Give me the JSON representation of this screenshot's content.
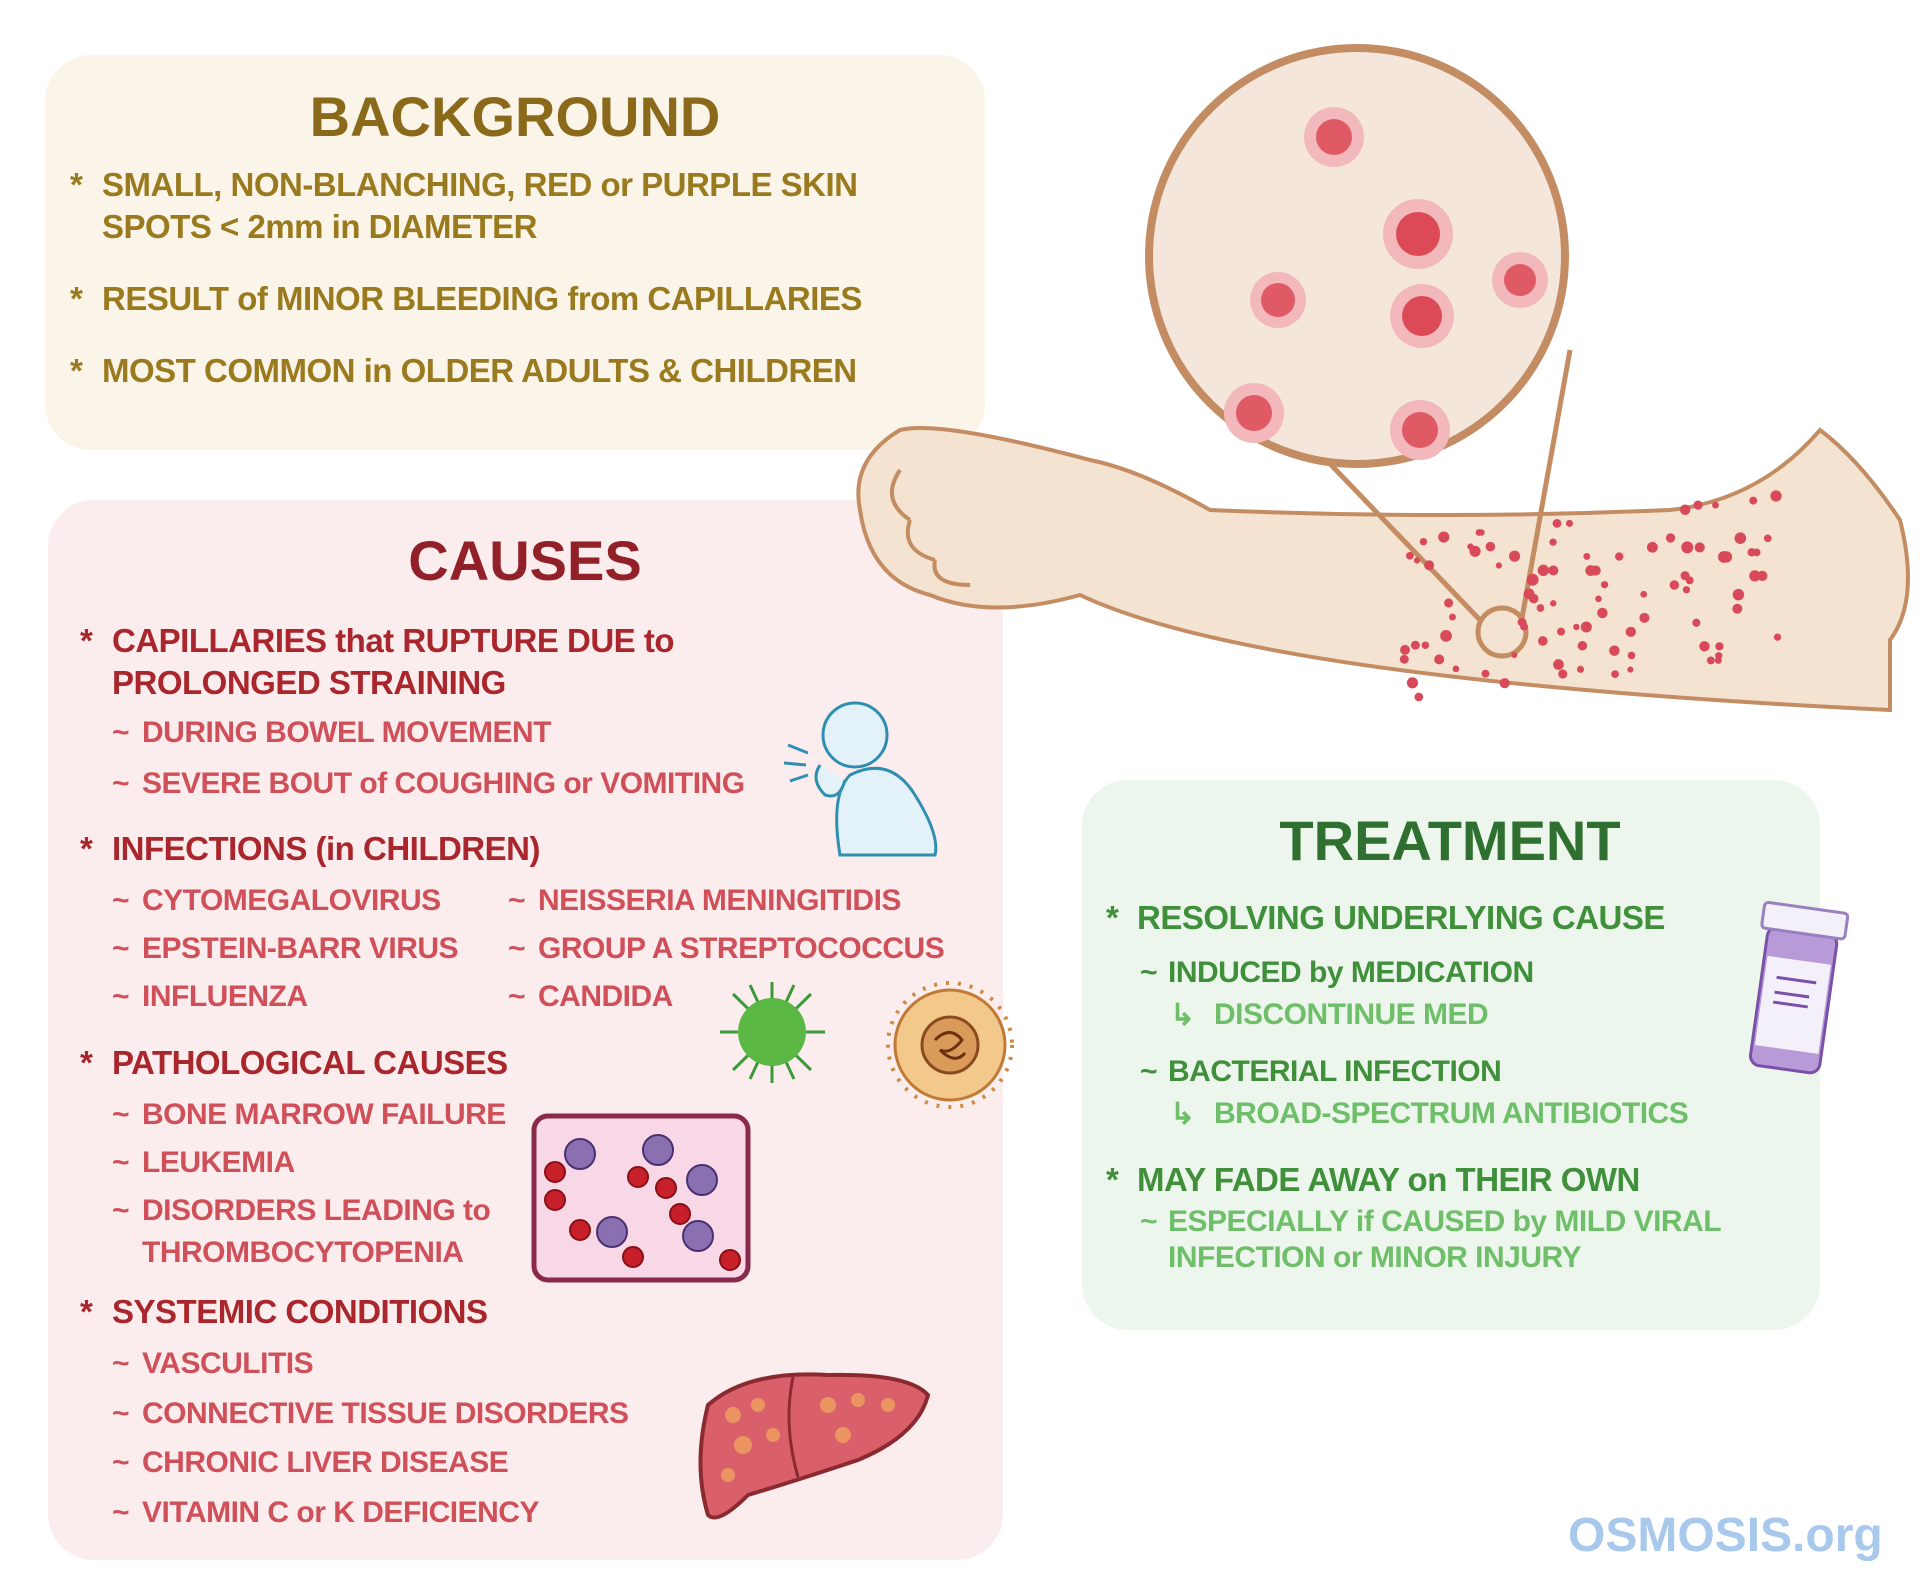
{
  "background": {
    "title": "BACKGROUND",
    "bullets": [
      {
        "line1": "SMALL, NON-BLANCHING, RED or PURPLE SKIN",
        "line2": "SPOTS < 2mm in DIAMETER"
      },
      {
        "line1": "RESULT of MINOR BLEEDING from CAPILLARIES"
      },
      {
        "line1": "MOST COMMON in OLDER ADULTS & CHILDREN"
      }
    ]
  },
  "causes": {
    "title": "CAUSES",
    "straining": {
      "line1": "CAPILLARIES that RUPTURE DUE to",
      "line2": "PROLONGED STRAINING",
      "subs": [
        "DURING BOWEL MOVEMENT",
        "SEVERE BOUT of COUGHING or VOMITING"
      ]
    },
    "infections": {
      "heading": "INFECTIONS (in CHILDREN)",
      "col1": [
        "CYTOMEGALOVIRUS",
        "EPSTEIN-BARR VIRUS",
        "INFLUENZA"
      ],
      "col2": [
        "NEISSERIA MENINGITIDIS",
        "GROUP A STREPTOCOCCUS",
        "CANDIDA"
      ]
    },
    "pathological": {
      "heading": "PATHOLOGICAL CAUSES",
      "subs": [
        "BONE MARROW FAILURE",
        "LEUKEMIA",
        "DISORDERS LEADING to",
        "THROMBOCYTOPENIA"
      ]
    },
    "systemic": {
      "heading": "SYSTEMIC CONDITIONS",
      "subs": [
        "VASCULITIS",
        "CONNECTIVE TISSUE DISORDERS",
        "CHRONIC LIVER DISEASE",
        "VITAMIN C or K DEFICIENCY"
      ]
    }
  },
  "treatment": {
    "title": "TREATMENT",
    "b1": "RESOLVING UNDERLYING CAUSE",
    "s1": "INDUCED by MEDICATION",
    "a1": "DISCONTINUE MED",
    "s2": "BACTERIAL INFECTION",
    "a2": "BROAD-SPECTRUM ANTIBIOTICS",
    "b2": "MAY FADE AWAY on THEIR OWN",
    "s3a": "ESPECIALLY if CAUSED by MILD VIRAL",
    "s3b": "INFECTION or MINOR INJURY"
  },
  "symbols": {
    "bullet": "*",
    "sub": "~",
    "arrow": "↳"
  },
  "logo": "OSMOSIS.org",
  "colors": {
    "background_text": "#9a7a1e",
    "causes_text": "#a8262c",
    "treatment_text": "#3f8f3b"
  }
}
